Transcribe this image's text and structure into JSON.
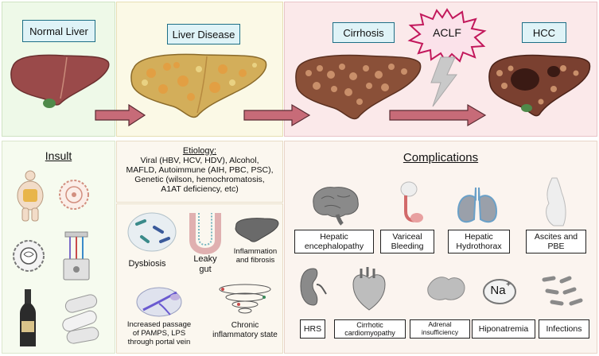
{
  "stages": {
    "normal": "Normal Liver",
    "disease": "Liver Disease",
    "cirrhosis": "Cirrhosis",
    "aclf": "ACLF",
    "hcc": "HCC"
  },
  "insult": {
    "title": "Insult"
  },
  "etiology": {
    "title": "Etiology:",
    "lines": [
      "Viral (HBV, HCV, HDV), Alcohol,",
      "MAFLD, Autoimmune (AIH, PBC, PSC),",
      "Genetic (wilson, hemochromatosis,",
      "A1AT deficiency, etc)"
    ]
  },
  "mechanisms": {
    "dysbiosis": "Dysbiosis",
    "leaky_gut": [
      "Leaky",
      "gut"
    ],
    "inflammation": [
      "Inflammation",
      "and fibrosis"
    ],
    "portal": [
      "Increased passage",
      "of PAMPS, LPS",
      "through portal vein"
    ],
    "chronic": [
      "Chronic",
      "inflammatory state"
    ]
  },
  "complications": {
    "title": "Complications",
    "row1": [
      "Hepatic encephalopathy",
      "Variceal Bleeding",
      "Hepatic Hydrothorax",
      "Ascites and PBE"
    ],
    "row2": [
      "HRS",
      "Cirrhotic cardiomyopathy",
      "Adrenal insufficiency",
      "Hiponatremia",
      "Infections"
    ],
    "sodium_symbol": "Na",
    "sodium_charge": "+"
  },
  "colors": {
    "normal_bg": "#eef9e8",
    "disease_bg": "#fbf9e6",
    "cirrhosis_bg": "#fbe9ea",
    "insult_bg": "#f6fbef",
    "etiology_bg": "#fbf7ef",
    "complications_bg": "#fbf4ef",
    "arrow": "#c76b78",
    "stage_box": "#dff3f7"
  }
}
